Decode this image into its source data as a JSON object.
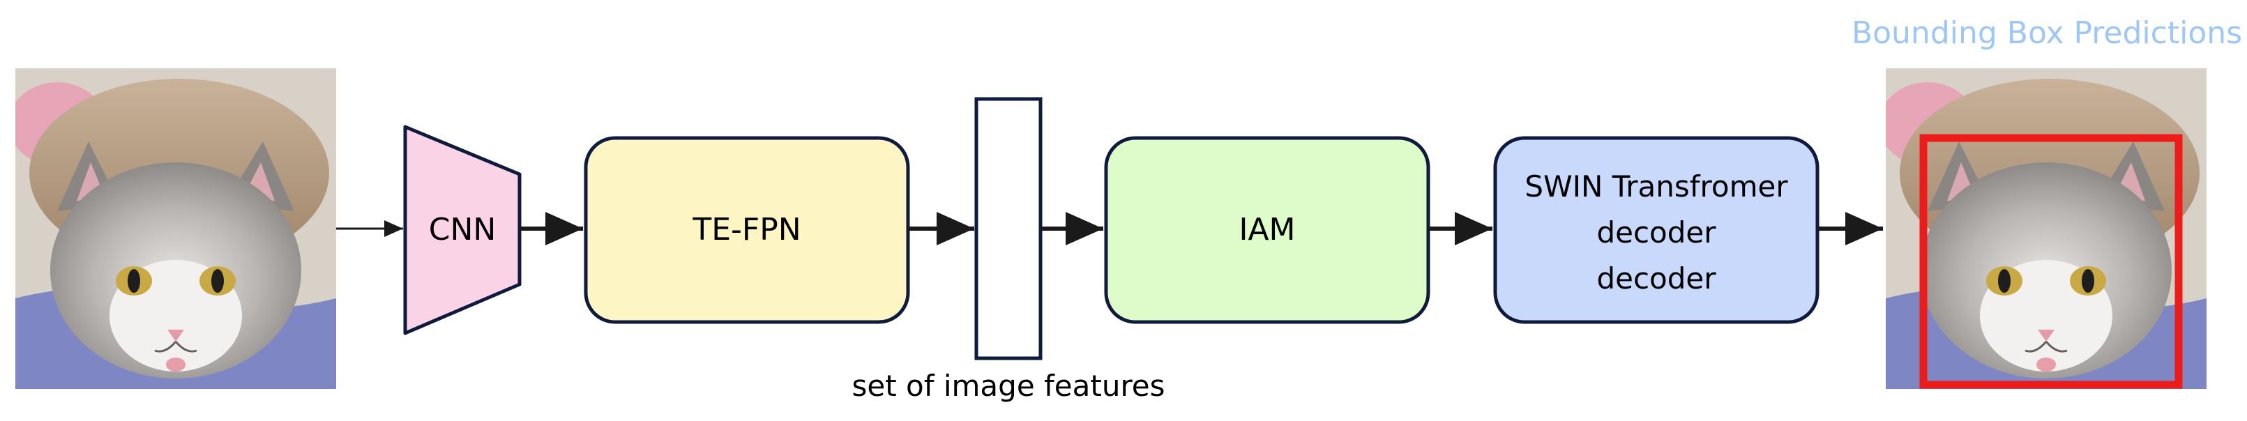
{
  "colors": {
    "stroke": "#0f1b3d",
    "cnn_fill": "#fbd3e7",
    "tefpn_fill": "#fdf6c4",
    "iam_fill": "#ddfcc9",
    "swin_fill": "#c9d9fb",
    "bbox_color": "#ee1b1b",
    "title_color": "#9ec7f5",
    "arrow": "#1a1a1a"
  },
  "input_image": {
    "icon": "cat-photo"
  },
  "output_image": {
    "icon": "cat-photo-with-bbox",
    "title": "Bounding Box Predictions"
  },
  "blocks": {
    "cnn": {
      "label": "CNN"
    },
    "tefpn": {
      "label": "TE-FPN"
    },
    "features": {
      "caption": "set of image features"
    },
    "iam": {
      "label": "IAM"
    },
    "swin": {
      "lines": [
        "SWIN Transfromer",
        "decoder",
        "decoder"
      ]
    }
  }
}
